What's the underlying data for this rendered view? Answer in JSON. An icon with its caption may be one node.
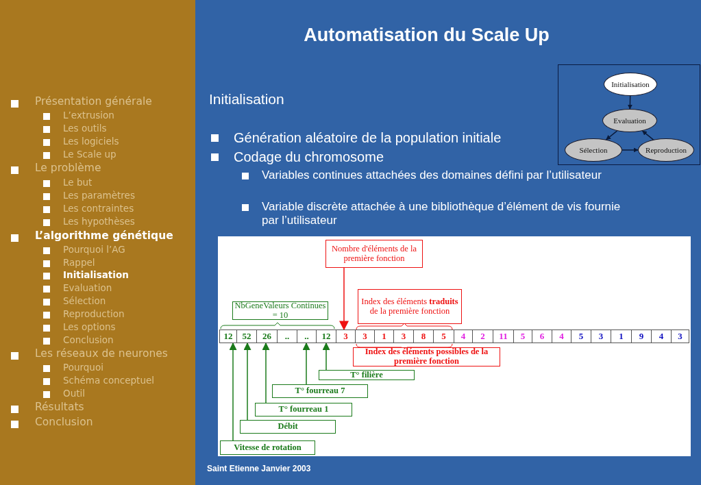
{
  "diagram": {
    "title": "Automatisation du Scale Up",
    "nodes": [
      {
        "text": [
          "Initialisation"
        ]
      },
      {
        "text": [
          "Evaluation"
        ]
      },
      {
        "text": [
          "Sélection"
        ]
      },
      {
        "text": [
          "Reproduction"
        ]
      },
      {
        "text": [
          "Nombre d'éléments de la première fonction"
        ]
      },
      {
        "text": [
          "Index des éléments **traduits** de la première fonction"
        ]
      },
      {
        "text": [
          "NbGeneValeurs Continues = 10"
        ]
      },
      {
        "text": [
          "12"
        ]
      },
      {
        "text": [
          "52"
        ]
      },
      {
        "text": [
          "26"
        ]
      },
      {
        "text": [
          ".."
        ]
      },
      {
        "text": [
          ".."
        ]
      },
      {
        "text": [
          "12"
        ]
      },
      {
        "text": [
          "3"
        ]
      },
      {
        "text": [
          "3"
        ]
      },
      {
        "text": [
          "1"
        ]
      },
      {
        "text": [
          "3"
        ]
      },
      {
        "text": [
          "8"
        ]
      },
      {
        "text": [
          "5"
        ]
      },
      {
        "text": [
          "4"
        ]
      },
      {
        "text": [
          "2"
        ]
      },
      {
        "text": [
          "11"
        ]
      },
      {
        "text": [
          "5"
        ]
      },
      {
        "text": [
          "6"
        ]
      },
      {
        "text": [
          "4"
        ]
      },
      {
        "text": [
          "5"
        ]
      },
      {
        "text": [
          "3"
        ]
      },
      {
        "text": [
          "1"
        ]
      },
      {
        "text": [
          "9"
        ]
      },
      {
        "text": [
          "4"
        ]
      },
      {
        "text": [
          "3"
        ]
      },
      {
        "text": [
          "Index des éléments **possibles** de la première fonction"
        ]
      },
      {
        "text": [
          "T° filière"
        ]
      },
      {
        "text": [
          "T° fourreau 7"
        ]
      },
      {
        "text": [
          "T° fourreau 1"
        ]
      },
      {
        "text": [
          "Débit"
        ]
      },
      {
        "text": [
          "Vitesse de rotation"
        ]
      }
    ],
    "edges": [
      {
        "from": 0,
        "to": 1,
        "arrow": "to",
        "color": "#0a1a3a"
      },
      {
        "from": 1,
        "to": 2,
        "arrow": "to",
        "color": "#0a1a3a"
      },
      {
        "from": 2,
        "to": 3,
        "arrow": "to",
        "color": "#0a1a3a"
      },
      {
        "from": 3,
        "to": 1,
        "arrow": "to",
        "color": "#0a1a3a"
      },
      {
        "from": 4,
        "to": 13,
        "arrow": "to",
        "color": "#ee1111"
      },
      {
        "from": 32,
        "to": 12,
        "arrow": "to",
        "color": "#1a7a1a"
      },
      {
        "from": 33,
        "to": 11,
        "arrow": "to",
        "color": "#1a7a1a"
      },
      {
        "from": 34,
        "to": 9,
        "arrow": "to",
        "color": "#1a7a1a"
      },
      {
        "from": 35,
        "to": 8,
        "arrow": "to",
        "color": "#1a7a1a"
      },
      {
        "from": 36,
        "to": 7,
        "arrow": "to",
        "color": "#1a7a1a"
      }
    ],
    "labels": [
      "Présentation générale",
      "L’extrusion",
      "Les outils",
      "Les logiciels",
      "Le Scale up",
      "Le problème",
      "Le but",
      "Les paramètres",
      "Les contraintes",
      "Les hypothèses",
      "L’algorithme génétique",
      "Pourquoi l’AG",
      "Rappel",
      "Initialisation",
      "Evaluation",
      "Sélection",
      "Reproduction",
      "Les options",
      "Conclusion",
      "Les réseaux de neurones",
      "Pourquoi",
      "Schéma conceptuel",
      "Outil",
      "Résultats",
      "Conclusion",
      "Initialisation",
      "Génération aléatoire de la population initiale",
      "Codage du chromosome",
      "Variables continues attachées des domaines défini par l’utilisateur",
      "Variable discrète attachée à une bibliothèque d’élément de vis fournie par l’utilisateur",
      "Saint Etienne Janvier 2003"
    ]
  }
}
